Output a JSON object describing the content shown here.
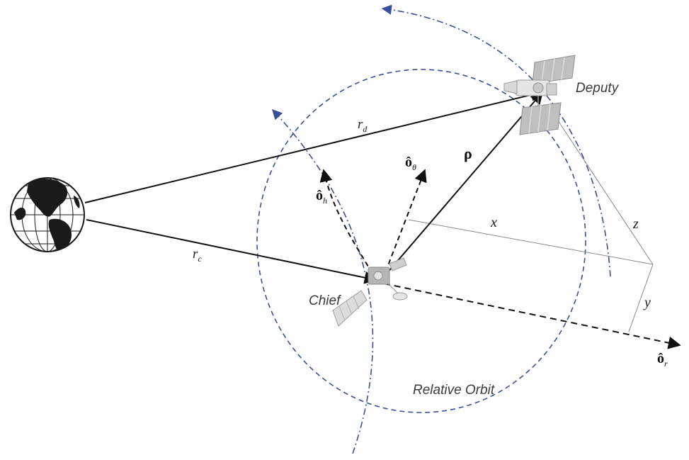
{
  "labels": {
    "deputy": "Deputy",
    "chief": "Chief",
    "relative_orbit": "Relative Orbit",
    "rd_main": "r",
    "rd_sub": "d",
    "rc_main": "r",
    "rc_sub": "c",
    "rho": "ρ",
    "x": "x",
    "y": "y",
    "z": "z",
    "o_theta_main": "ô",
    "o_theta_sub": "θ",
    "o_h_main": "ô",
    "o_h_sub": "h",
    "o_r_main": "ô",
    "o_r_sub": "r"
  },
  "icons": [
    "earth-globe-icon",
    "chief-satellite-icon",
    "deputy-satellite-icon"
  ],
  "colors": {
    "orbit_blue": "#3a4f9a",
    "vector_black": "#111111",
    "satellite_gray": "#b5b5b5",
    "earth_dark": "#1a1a1a"
  }
}
